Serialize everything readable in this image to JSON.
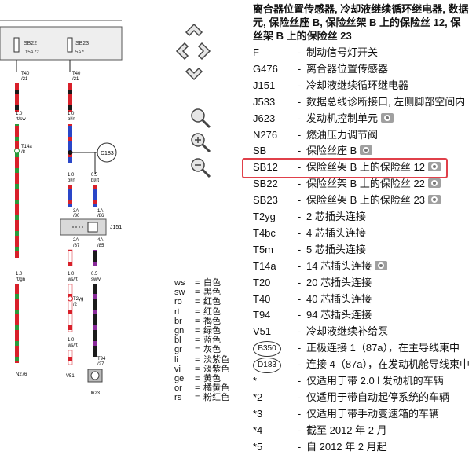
{
  "header": {
    "lines": [
      "离合器位置传感器, 冷却液继续循环继电器, 数据",
      "元, 保险丝座 B, 保险丝架 B 上的保险丝 12, 保",
      "丝架 B 上的保险丝 23"
    ]
  },
  "legend": [
    {
      "code": "F",
      "dash": "-",
      "desc": "制动信号灯开关",
      "photo": false
    },
    {
      "code": "G476",
      "dash": "-",
      "desc": "离合器位置传感器",
      "photo": false
    },
    {
      "code": "J151",
      "dash": "-",
      "desc": "冷却液继续循环继电器",
      "photo": false
    },
    {
      "code": "J533",
      "dash": "-",
      "desc": "数据总线诊断接口, 左侧脚部空间内",
      "photo": false
    },
    {
      "code": "J623",
      "dash": "-",
      "desc": "发动机控制单元",
      "photo": true
    },
    {
      "code": "N276",
      "dash": "-",
      "desc": "燃油压力调节阀",
      "photo": false
    },
    {
      "code": "SB",
      "dash": "-",
      "desc": "保险丝座 B",
      "photo": true
    },
    {
      "code": "SB12",
      "dash": "-",
      "desc": "保险丝架 B 上的保险丝 12",
      "photo": true
    },
    {
      "code": "SB22",
      "dash": "-",
      "desc": "保险丝架 B 上的保险丝 22",
      "photo": true
    },
    {
      "code": "SB23",
      "dash": "-",
      "desc": "保险丝架 B 上的保险丝 23",
      "photo": true
    },
    {
      "code": "T2yg",
      "dash": "-",
      "desc": "2 芯插头连接",
      "photo": false
    },
    {
      "code": "T4bc",
      "dash": "-",
      "desc": "4 芯插头连接",
      "photo": false
    },
    {
      "code": "T5m",
      "dash": "-",
      "desc": "5 芯插头连接",
      "photo": false
    },
    {
      "code": "T14a",
      "dash": "-",
      "desc": "14 芯插头连接",
      "photo": true
    },
    {
      "code": "T20",
      "dash": "-",
      "desc": "20 芯插头连接",
      "photo": false
    },
    {
      "code": "T40",
      "dash": "-",
      "desc": "40 芯插头连接",
      "photo": false
    },
    {
      "code": "T94",
      "dash": "-",
      "desc": "94 芯插头连接",
      "photo": false
    },
    {
      "code": "V51",
      "dash": "-",
      "desc": "冷却液继续补给泵",
      "photo": false
    },
    {
      "code": "B350",
      "dash": "-",
      "desc": "正极连接 1（87a），在主导线束中",
      "photo": false,
      "circle": true
    },
    {
      "code": "D183",
      "dash": "-",
      "desc": "连接 4（87a），在发动机舱导线束中",
      "photo": false,
      "circle": true
    },
    {
      "code": "*",
      "dash": "-",
      "desc": "仅适用于带 2.0 l 发动机的车辆",
      "photo": false
    },
    {
      "code": "*2",
      "dash": "-",
      "desc": "仅适用于带自动起停系统的车辆",
      "photo": false
    },
    {
      "code": "*3",
      "dash": "-",
      "desc": "仅适用于带手动变速箱的车辆",
      "photo": false
    },
    {
      "code": "*4",
      "dash": "-",
      "desc": "截至 2012 年 2 月",
      "photo": false
    },
    {
      "code": "*5",
      "dash": "-",
      "desc": "自 2012 年 2 月起",
      "photo": false
    }
  ],
  "wire_colors": [
    {
      "abbr": "ws",
      "eq": "=",
      "name": "白色"
    },
    {
      "abbr": "sw",
      "eq": "=",
      "name": "黑色"
    },
    {
      "abbr": "ro",
      "eq": "=",
      "name": "红色"
    },
    {
      "abbr": "rt",
      "eq": "=",
      "name": "红色"
    },
    {
      "abbr": "br",
      "eq": "=",
      "name": "褐色"
    },
    {
      "abbr": "gn",
      "eq": "=",
      "name": "绿色"
    },
    {
      "abbr": "bl",
      "eq": "=",
      "name": "蓝色"
    },
    {
      "abbr": "gr",
      "eq": "=",
      "name": "灰色"
    },
    {
      "abbr": "li",
      "eq": "=",
      "name": "淡紫色"
    },
    {
      "abbr": "vi",
      "eq": "=",
      "name": "淡紫色"
    },
    {
      "abbr": "ge",
      "eq": "=",
      "name": "黄色"
    },
    {
      "abbr": "or",
      "eq": "=",
      "name": "橘黄色"
    },
    {
      "abbr": "rs",
      "eq": "=",
      "name": "粉红色"
    }
  ],
  "diagram_labels": {
    "sb22": "SB22",
    "sb22_rating": "15A *2",
    "sb23": "SB23",
    "sb23_rating": "5A *",
    "t40_a": "T40",
    "t40_a_pin": "/21",
    "t40_b": "T40",
    "t40_b_pin": "/21",
    "w1_size": "1.0",
    "w1_color": "rt/sw",
    "w2_size": "1.0",
    "w2_color": "bl/rt",
    "t14a": "T14a",
    "t14a_pin": "/8",
    "d183": "D183",
    "w3_size": "1.0",
    "w3_color": "bl/rt",
    "w4_size": "0.5",
    "w4_color": "bl/rt",
    "r1": "3A",
    "r1_pin": "/30",
    "r2": "1A",
    "r2_pin": "/86",
    "j151": "J151",
    "r3": "2A",
    "r3_pin": "/87",
    "r4": "4A",
    "r4_pin": "/85",
    "w5_size": "1.0",
    "w5_color": "rt/gn",
    "w6_size": "1.0",
    "w6_color": "ws/rt",
    "w7_size": "0.5",
    "w7_color": "sw/vi",
    "t2yg": "T2yg",
    "t2yg_pin": "/2",
    "w8_size": "1.0",
    "w8_color": "ws/rt",
    "t94": "T94",
    "t94_pin": "/27",
    "n276": "N276",
    "v51": "V51",
    "j623": "J623"
  },
  "colors": {
    "highlight": "#e0404a",
    "wire_red": "#d8202a",
    "wire_black": "#1a1a1a",
    "wire_blue": "#2a46c8",
    "wire_green": "#2a9a3a",
    "wire_violet": "#8a2a9a",
    "nav_fill": "#e6e6e6"
  },
  "icons": [
    "arrow-up-icon",
    "arrow-left-icon",
    "arrow-right-icon",
    "arrow-down-icon",
    "zoom-icon",
    "zoom-in-icon",
    "zoom-out-icon",
    "camera-icon"
  ]
}
